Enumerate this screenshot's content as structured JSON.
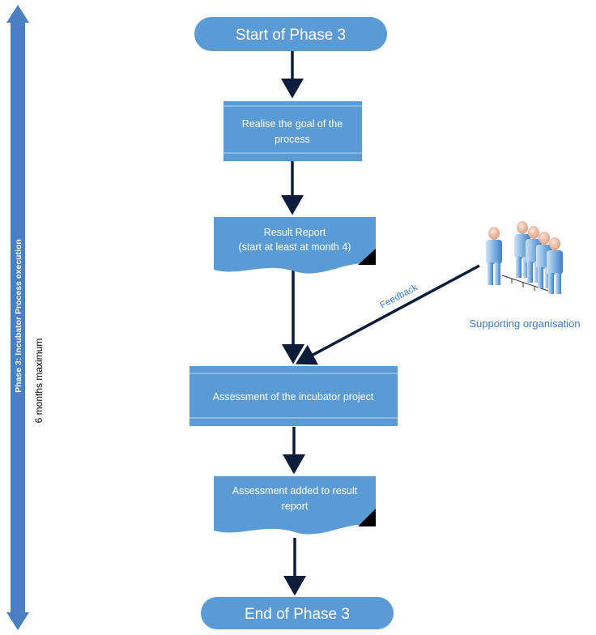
{
  "phase_label": "Phase 3: Incubator Process execution",
  "duration_label": "6 months maximum",
  "nodes": {
    "start": "Start of Phase 3",
    "realise_line1": "Realise the goal of the",
    "realise_line2": "process",
    "report_line1": "Result Report",
    "report_line2": "(start at least at month 4)",
    "assessment": "Assessment of the incubator project",
    "added_line1": "Assessment added to result",
    "added_line2": "report",
    "end": "End of Phase 3"
  },
  "feedback_label": "Feedback",
  "organisation_label": "Supporting organisation",
  "colors": {
    "node_fill": "#5b9bd5",
    "arrow": "#0b1d3a",
    "phase_bar": "#4a7fc1",
    "org_text": "#3a7dc9",
    "feedback_text": "#3a7dc9"
  }
}
